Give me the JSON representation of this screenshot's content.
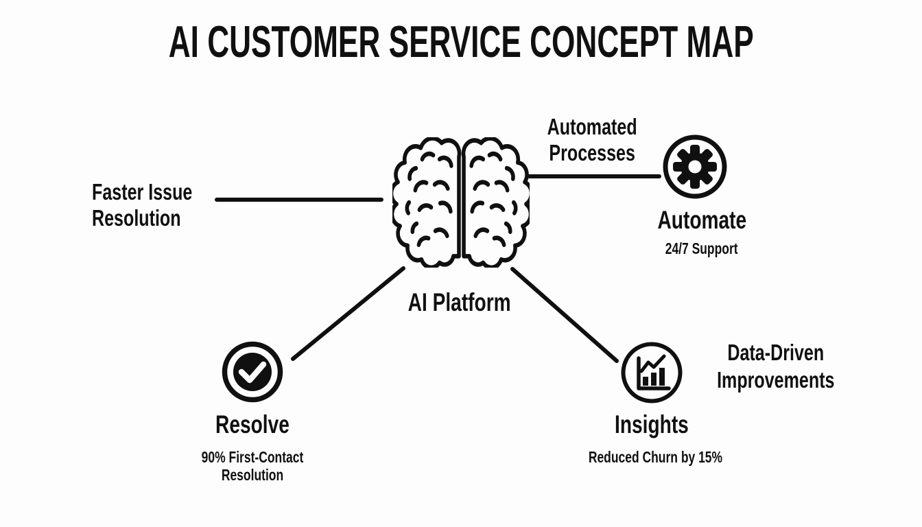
{
  "title": "AI CUSTOMER SERVICE CONCEPT MAP",
  "colors": {
    "background": "#fdfdfd",
    "ink": "#101010"
  },
  "nodes": {
    "platform": {
      "label": "AI Platform",
      "icon": "brain-icon"
    },
    "automate": {
      "label": "Automate",
      "sublabel": "24/7 Support",
      "icon": "gear-icon"
    },
    "resolve": {
      "label": "Resolve",
      "sublabel": "90% First-Contact Resolution",
      "icon": "check-circle-icon"
    },
    "insights": {
      "label": "Insights",
      "sublabel": "Reduced Churn by 15%",
      "icon": "bar-chart-icon"
    }
  },
  "edge_labels": {
    "left": "Faster Issue\nResolution",
    "automated": "Automated\nProcesses",
    "insights_side": "Data-Driven\nImprovements"
  }
}
